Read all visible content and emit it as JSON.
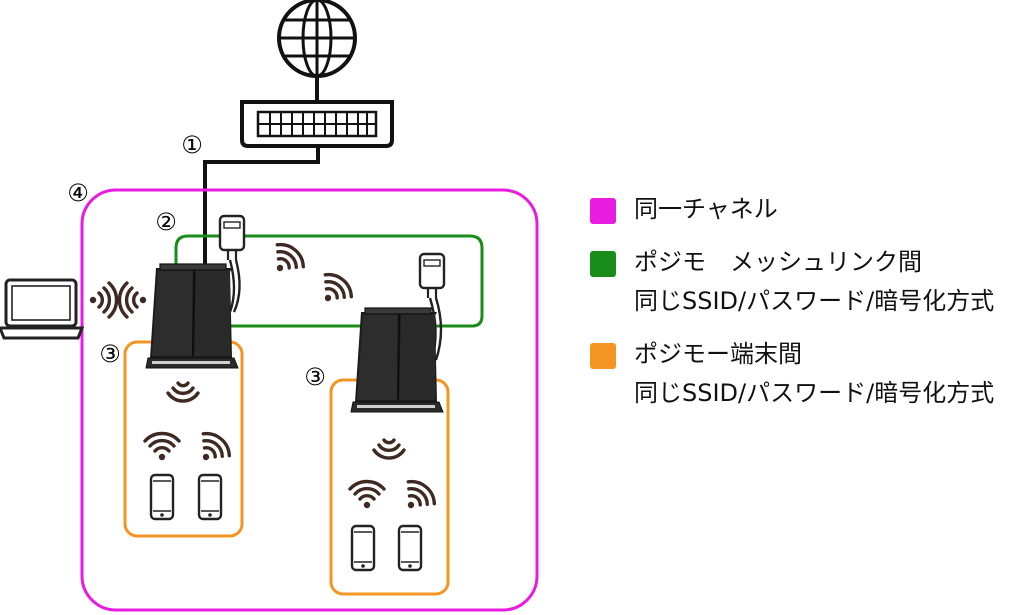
{
  "colors": {
    "channel": "#e81ce0",
    "mesh": "#1a8c1a",
    "terminal": "#f39423",
    "device": "#1c1c1c",
    "wifi": "#3e2a22"
  },
  "labels": {
    "internet_link": "①",
    "power_adapter": "②",
    "terminal_group_left": "③",
    "terminal_group_right": "③",
    "channel_group": "④"
  },
  "icons": [
    "globe-icon",
    "router-icon",
    "laptop-icon",
    "power-adapter-icon",
    "device-icon",
    "wifi-icon",
    "smartphone-icon"
  ],
  "legend": [
    {
      "color": "#e81ce0",
      "lines": [
        "同一チャネル"
      ]
    },
    {
      "color": "#1a8c1a",
      "lines": [
        "ポジモ　メッシュリンク間",
        "同じSSID/パスワード/暗号化方式"
      ]
    },
    {
      "color": "#f39423",
      "lines": [
        "ポジモー端末間",
        "同じSSID/パスワード/暗号化方式"
      ]
    }
  ]
}
